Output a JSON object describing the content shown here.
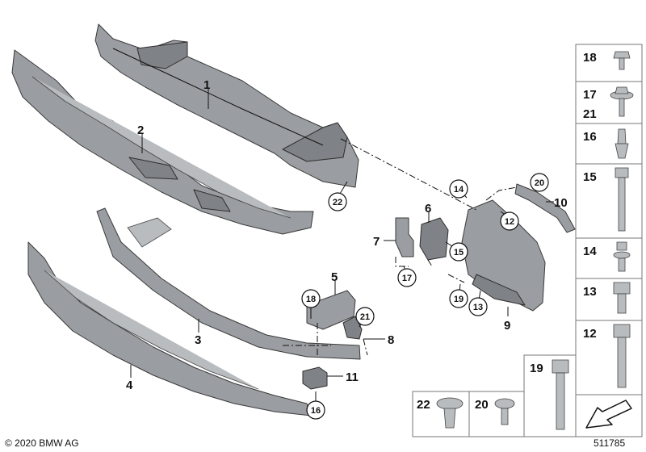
{
  "callouts": {
    "c1": "1",
    "c2": "2",
    "c3": "3",
    "c4": "4",
    "c5": "5",
    "c6": "6",
    "c7": "7",
    "c8": "8",
    "c9": "9",
    "c10": "10",
    "c11": "11",
    "c12": "12",
    "c13": "13",
    "c14": "14",
    "c15": "15",
    "c16": "16",
    "c17": "17",
    "c18": "18",
    "c19": "19",
    "c20": "20",
    "c21": "21",
    "c22": "22"
  },
  "sidebar": {
    "s18": "18",
    "s17": "17",
    "s21": "21",
    "s16": "16",
    "s15": "15",
    "s14": "14",
    "s13": "13",
    "s12": "12",
    "s19": "19",
    "s22": "22",
    "s20": "20"
  },
  "footer": {
    "copyright": "© 2020 BMW AG",
    "diagram_id": "511785"
  }
}
